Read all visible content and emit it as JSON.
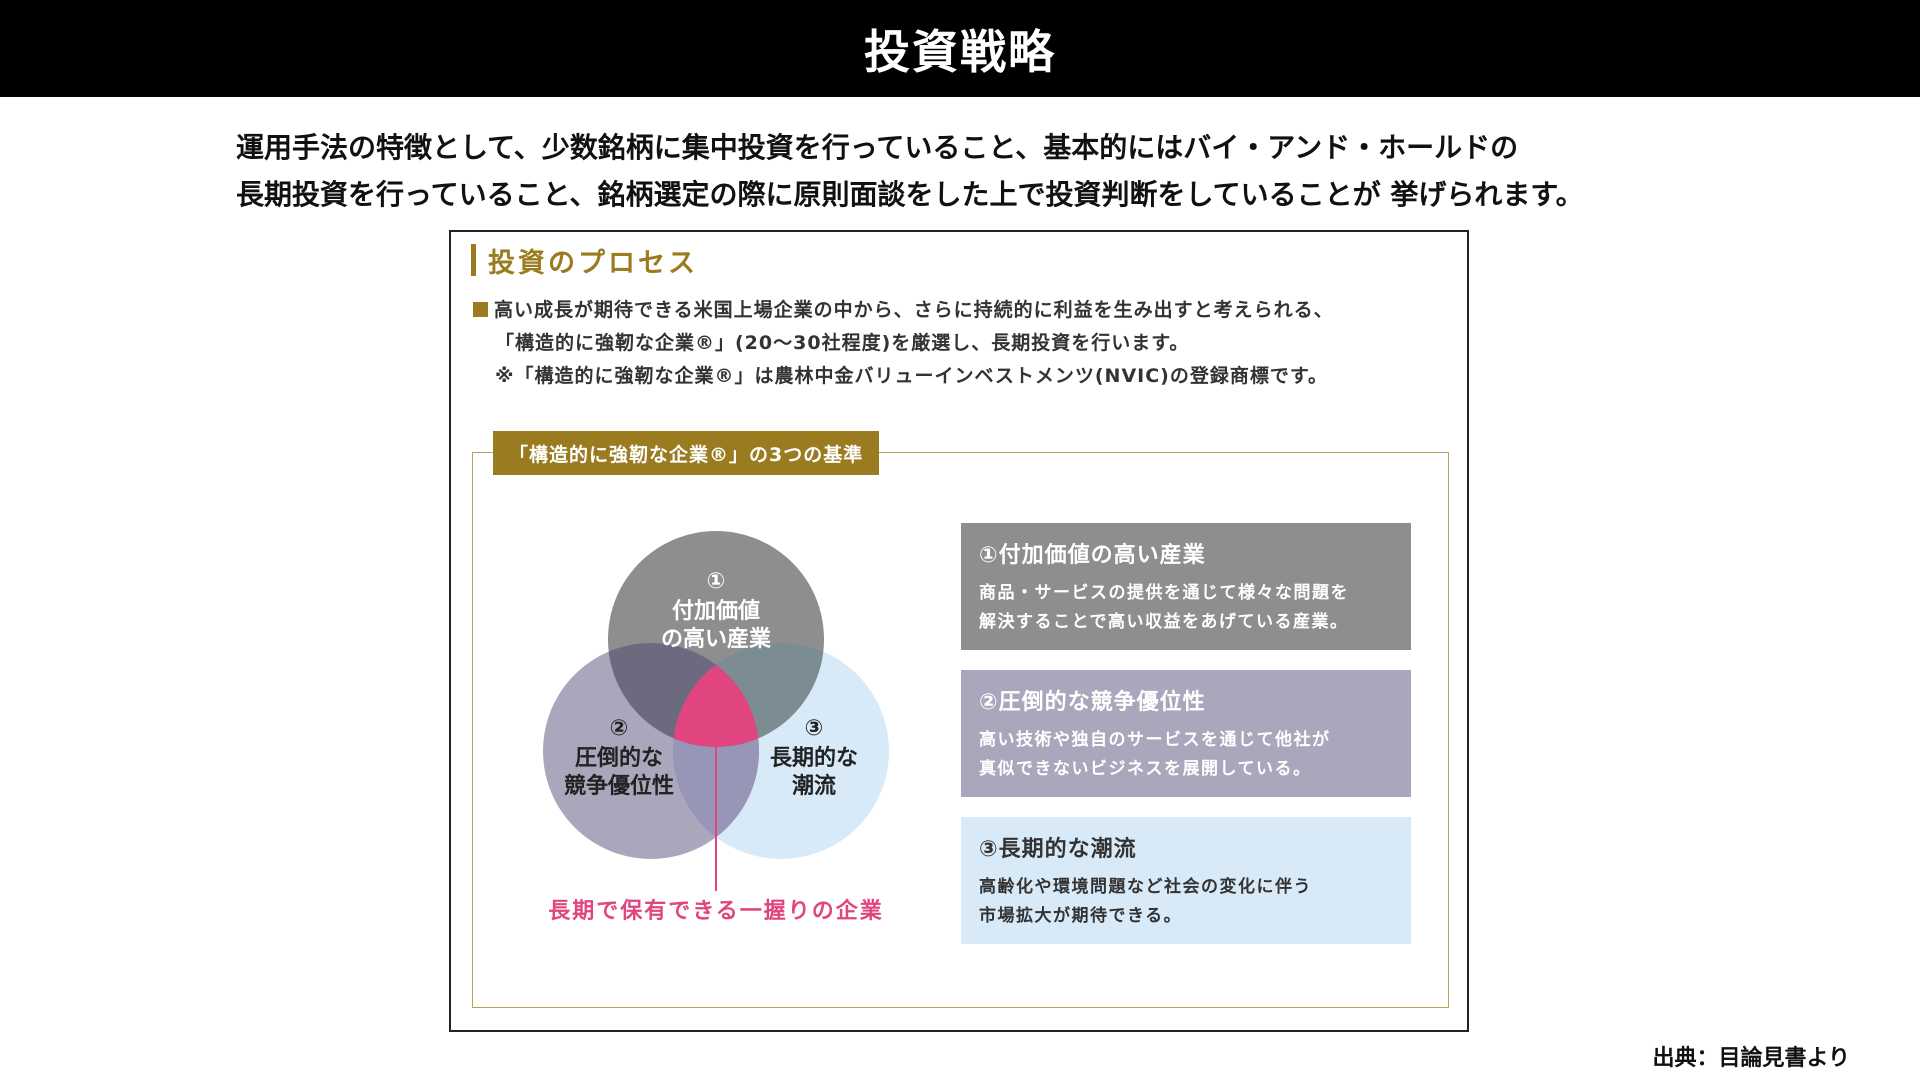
{
  "header": {
    "title": "投資戦略"
  },
  "intro": {
    "line1": "運用手法の特徴として、少数銘柄に集中投資を行っていること、基本的にはバイ・アンド・ホールドの",
    "line2": "長期投資を行っていること、銘柄選定の際に原則面談をした上で投資判断をしていることが 挙げられます。"
  },
  "panel": {
    "title": "投資のプロセス",
    "desc_line1": "高い成長が期待できる米国上場企業の中から、さらに持続的に利益を生み出すと考えられる、",
    "desc_line2": "「構造的に強靭な企業®」(20〜30社程度)を厳選し、長期投資を行います。",
    "desc_note": "※「構造的に強靭な企業®」は農林中金バリューインベストメンツ(NVIC)の登録商標です。",
    "criteria_label": "「構造的に強靭な企業®」の3つの基準",
    "venn": {
      "c1_num": "①",
      "c1_line1": "付加価値",
      "c1_line2": "の高い産業",
      "c2_num": "②",
      "c2_line1": "圧倒的な",
      "c2_line2": "競争優位性",
      "c3_num": "③",
      "c3_line1": "長期的な",
      "c3_line2": "潮流",
      "caption": "長期で保有できる一握りの企業"
    },
    "cards": [
      {
        "title": "①付加価値の高い産業",
        "body1": "商品・サービスの提供を通じて様々な問題を",
        "body2": "解決することで高い収益をあげている産業。"
      },
      {
        "title": "②圧倒的な競争優位性",
        "body1": "高い技術や独自のサービスを通じて他社が",
        "body2": "真似できないビジネスを展開している。"
      },
      {
        "title": "③長期的な潮流",
        "body1": "高齢化や環境問題など社会の変化に伴う",
        "body2": "市場拡大が期待できる。"
      }
    ]
  },
  "source": "出典：目論見書より",
  "colors": {
    "gold": "#9a7b1f",
    "gray": "#8e8e90",
    "purple": "#aaa7bd",
    "lightblue": "#d8eaf8",
    "pink": "#e0457f"
  }
}
